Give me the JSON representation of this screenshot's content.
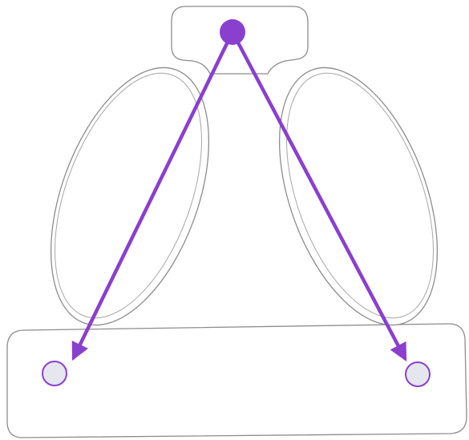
{
  "diagram": {
    "colors": {
      "arrow": "#8a3fcf",
      "source_marker_fill": "#8a3fcf",
      "target_marker_fill": "#e6e6ef",
      "target_marker_stroke": "#8a3fcf",
      "outline": "#8c8c8c"
    },
    "markers": {
      "source": {
        "icon": "filled-circle-icon"
      },
      "targets": [
        {
          "icon": "hollow-circle-icon"
        },
        {
          "icon": "hollow-circle-icon"
        }
      ]
    },
    "arrows": [
      {
        "from": "source",
        "to": "target-0"
      },
      {
        "from": "source",
        "to": "target-1"
      }
    ]
  }
}
